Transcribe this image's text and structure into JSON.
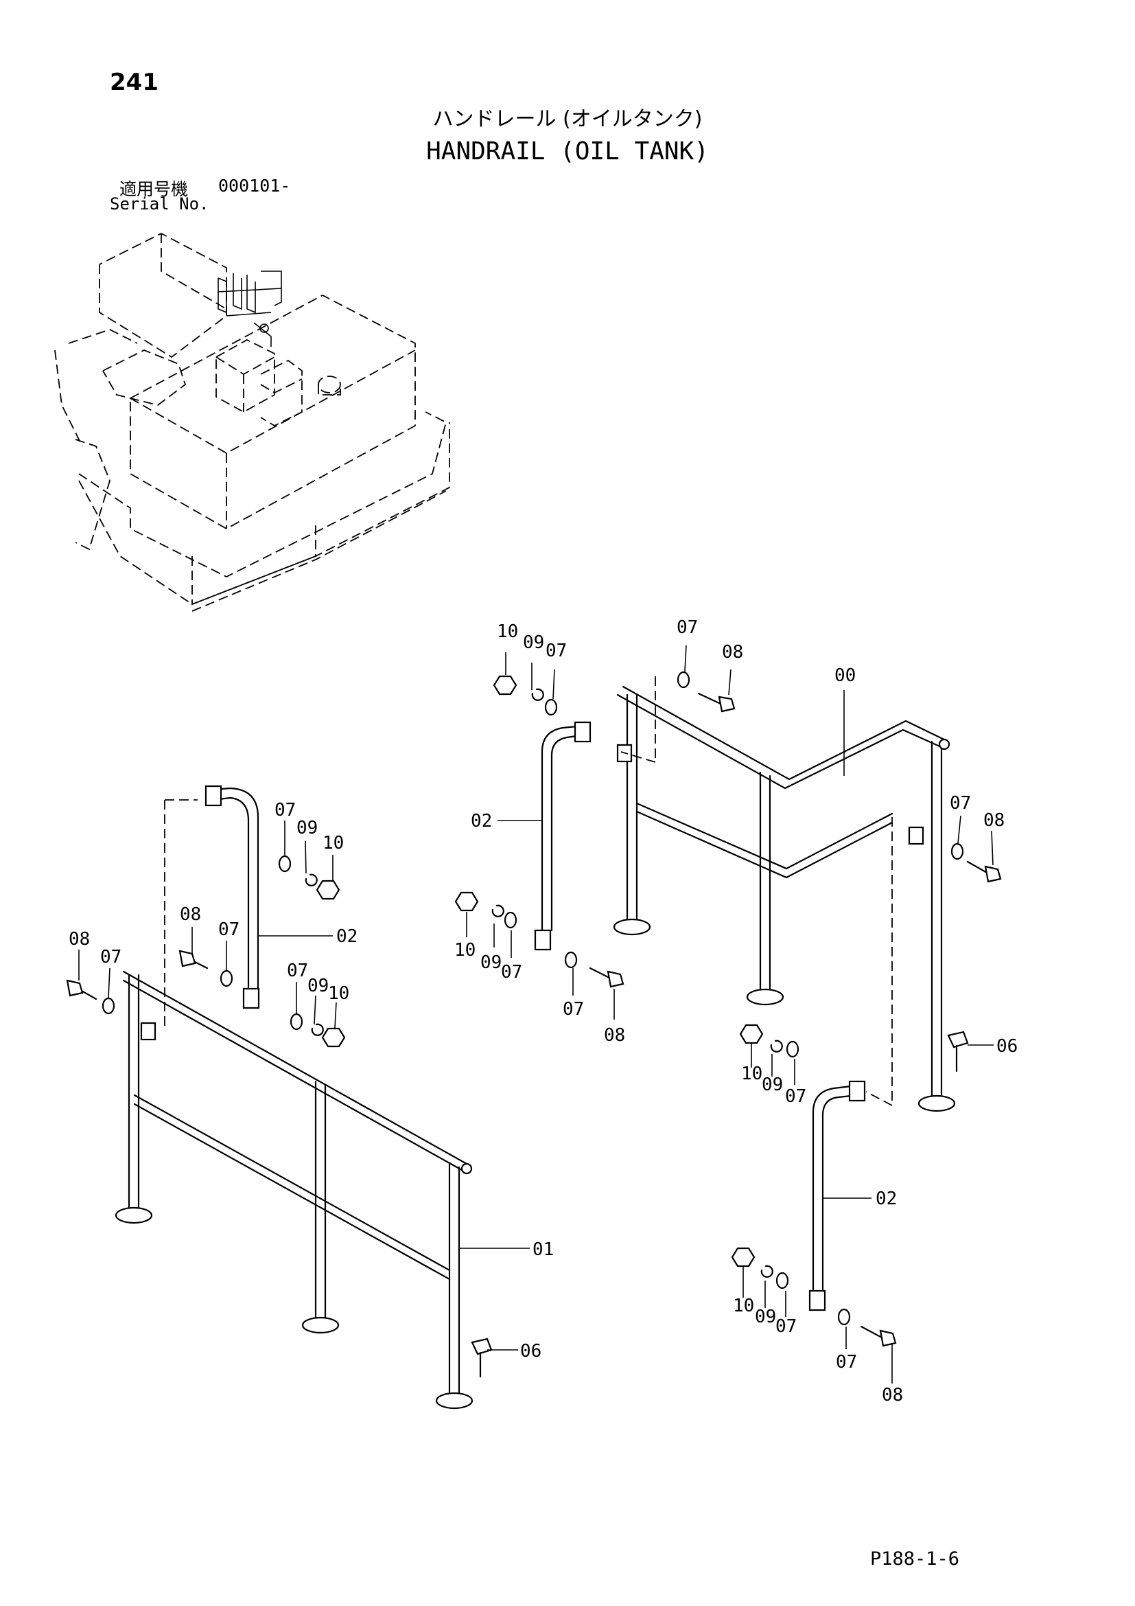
{
  "page_number": "241",
  "title_jp": "ハンドレール (オイルタンク)",
  "title_en": "HANDRAIL (OIL TANK)",
  "serial": {
    "label_jp": "適用号機",
    "value": "000101-",
    "label_en": "Serial No."
  },
  "catalog_ref": "P188-1-6",
  "icons": [
    "machine-overview-illustration",
    "handrail-01",
    "handrail-00",
    "pipe-02",
    "bolt-08",
    "washer-07",
    "spring-washer-09",
    "nut-10",
    "bolt-06"
  ],
  "callouts": {
    "top_group": {
      "n10": "10",
      "n09": "09",
      "n07a": "07",
      "n07b": "07",
      "n08": "08",
      "n00": "00"
    },
    "rail00_side": {
      "n07": "07",
      "n08": "08",
      "n02": "02"
    },
    "rail00_bottom": {
      "n10": "10",
      "n09": "09",
      "n07a": "07",
      "n07b": "07",
      "n08": "08"
    },
    "left_top": {
      "n07": "07",
      "n09": "09",
      "n10": "10",
      "n02": "02"
    },
    "left_mid": {
      "n08": "08",
      "n07": "07",
      "n07b": "07",
      "n09b": "09",
      "n10b": "10"
    },
    "left_far": {
      "n08": "08",
      "n07": "07"
    },
    "rail01": {
      "n01": "01",
      "n06": "06"
    },
    "right_mid": {
      "n10": "10",
      "n09": "09",
      "n07": "07",
      "n06": "06",
      "n02": "02"
    },
    "right_bottom": {
      "n10": "10",
      "n09": "09",
      "n07a": "07",
      "n07b": "07",
      "n08": "08"
    }
  }
}
